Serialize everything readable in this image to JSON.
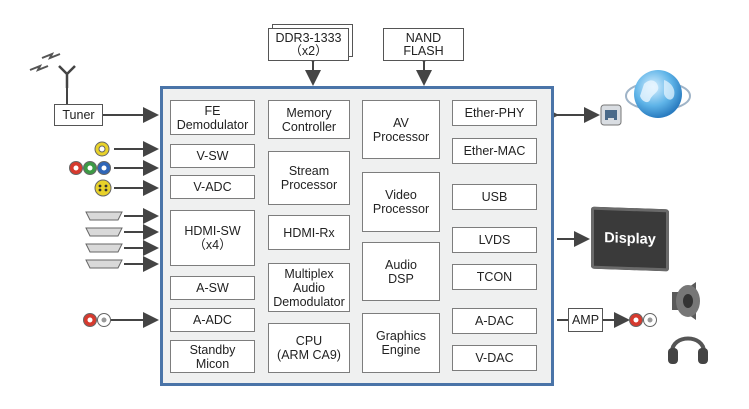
{
  "external": {
    "ddr": "DDR3-1333\n（x2）",
    "nand": "NAND\nFLASH",
    "tuner": "Tuner",
    "amp": "AMP",
    "display": "Display"
  },
  "blocks": {
    "fe_demodulator": "FE\nDemodulator",
    "memory_controller": "Memory\nController",
    "av_processor": "AV\nProcessor",
    "ether_phy": "Ether-PHY",
    "ether_mac": "Ether-MAC",
    "v_sw": "V-SW",
    "stream_processor": "Stream\nProcessor",
    "v_adc": "V-ADC",
    "video_processor": "Video\nProcessor",
    "usb": "USB",
    "hdmi_sw": "HDMI-SW\n（x4）",
    "hdmi_rx": "HDMI-Rx",
    "lvds": "LVDS",
    "audio_dsp": "Audio\nDSP",
    "a_sw": "A-SW",
    "multiplex_audio_demodulator": "Multiplex\nAudio\nDemodulator",
    "tcon": "TCON",
    "a_adc": "A-ADC",
    "a_dac": "A-DAC",
    "graphics_engine": "Graphics\nEngine",
    "standby_micon": "Standby\nMicon",
    "cpu": "CPU\n(ARM CA9)",
    "v_dac": "V-DAC"
  },
  "colors": {
    "chip_border": "#4a74a8",
    "chip_fill": "#eff0f0",
    "line": "#444444",
    "jack_yellow": "#e8d22a",
    "jack_red": "#d63a2e",
    "jack_green": "#3c9a45",
    "jack_blue": "#2f66b8"
  },
  "icons": {
    "antenna": "antenna-icon",
    "globe": "globe-icon",
    "lan": "lan-port-icon",
    "speaker": "speaker-icon",
    "headphones": "headphones-icon"
  }
}
